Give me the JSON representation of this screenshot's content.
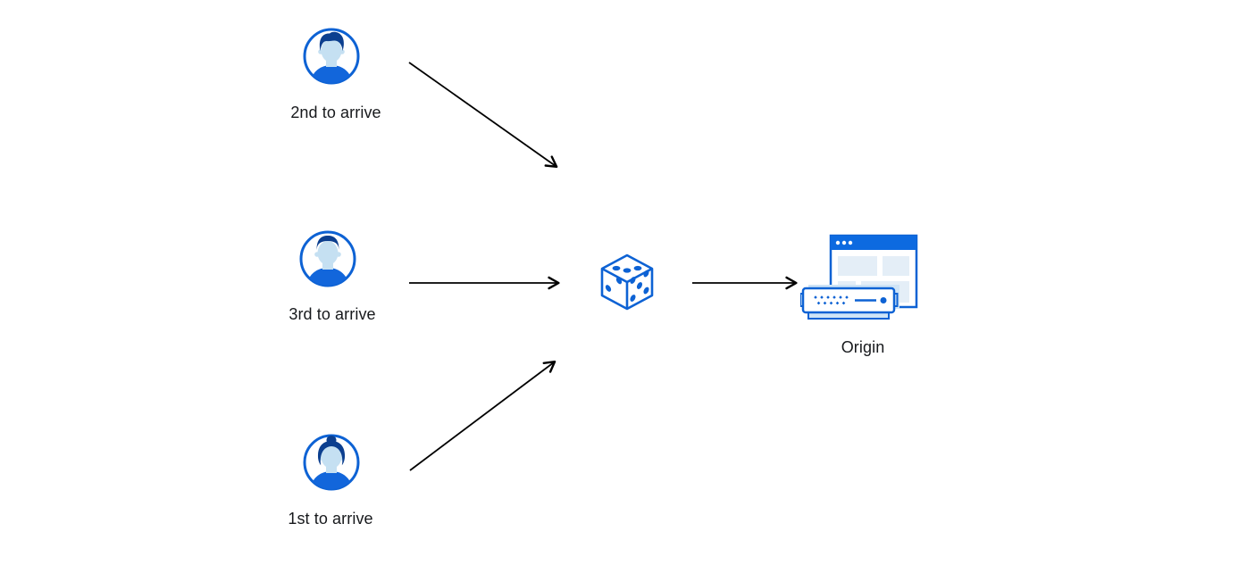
{
  "page": {
    "background": "#ffffff"
  },
  "colors": {
    "primary_blue": "#0d62d4",
    "hair_navy": "#0c3f8f",
    "skin_light_blue": "#c5e0f2",
    "pale_block_blue": "#e4eef7",
    "server_shadow_blue": "#cfe4f6",
    "arrow_black": "#000000",
    "label_text": "#17191c"
  },
  "diagram": {
    "actors": [
      {
        "label": "2nd to arrive",
        "icon": "user-avatar-male-swept-hair"
      },
      {
        "label": "3rd to arrive",
        "icon": "user-avatar-male-short-hair"
      },
      {
        "label": "1st to arrive",
        "icon": "user-avatar-female-bun"
      }
    ],
    "randomizer": {
      "icon": "dice",
      "pips": {
        "top_face": 3,
        "left_face": 2,
        "right_face": 5
      }
    },
    "destination": {
      "label": "Origin",
      "icon": "origin-browser-and-server"
    },
    "arrows": [
      {
        "from": "2nd to arrive",
        "to": "dice",
        "direction": "down-right"
      },
      {
        "from": "3rd to arrive",
        "to": "dice",
        "direction": "right"
      },
      {
        "from": "1st to arrive",
        "to": "dice",
        "direction": "up-right"
      },
      {
        "from": "dice",
        "to": "Origin",
        "direction": "right"
      }
    ]
  }
}
